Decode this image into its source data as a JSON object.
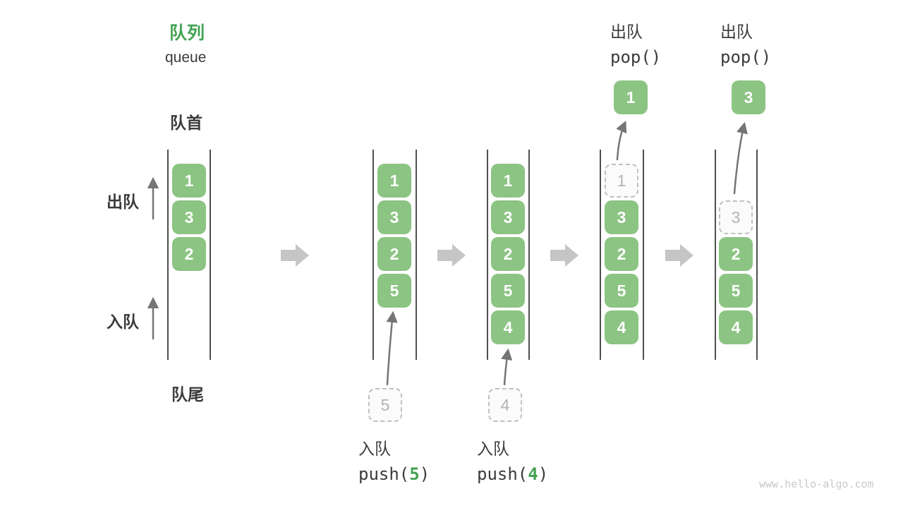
{
  "header": {
    "title_zh": "队列",
    "title_en": "queue"
  },
  "side_labels": {
    "front": "队首",
    "rear": "队尾",
    "dequeue": "出队",
    "enqueue": "入队"
  },
  "operations": {
    "push5": {
      "name": "入队",
      "code_prefix": "push(",
      "arg": "5",
      "code_suffix": ")"
    },
    "push4": {
      "name": "入队",
      "code_prefix": "push(",
      "arg": "4",
      "code_suffix": ")"
    },
    "pop1": {
      "name": "出队",
      "code": "pop()"
    },
    "pop2": {
      "name": "出队",
      "code": "pop()"
    }
  },
  "queues": {
    "q1": {
      "slots": [
        "1",
        "3",
        "2"
      ]
    },
    "q2": {
      "slots": [
        "1",
        "3",
        "2",
        "5"
      ],
      "incoming": "5"
    },
    "q3": {
      "slots": [
        "1",
        "3",
        "2",
        "5",
        "4"
      ],
      "incoming": "4"
    },
    "q4": {
      "ghost": "1",
      "slots": [
        "3",
        "2",
        "5",
        "4"
      ],
      "popped": "1"
    },
    "q5": {
      "ghost": "3",
      "slots": [
        "2",
        "5",
        "4"
      ],
      "popped": "3"
    }
  },
  "watermark": "www.hello-algo.com",
  "colors": {
    "box_green": "#8cc483",
    "accent_green": "#43a352",
    "text_dark": "#3b3b3b",
    "block_arrow_gray": "#c5c5c5",
    "thin_arrow_gray": "#757575",
    "ghost_gray": "#b3b3b3",
    "wall_gray": "#4f4f4f"
  }
}
